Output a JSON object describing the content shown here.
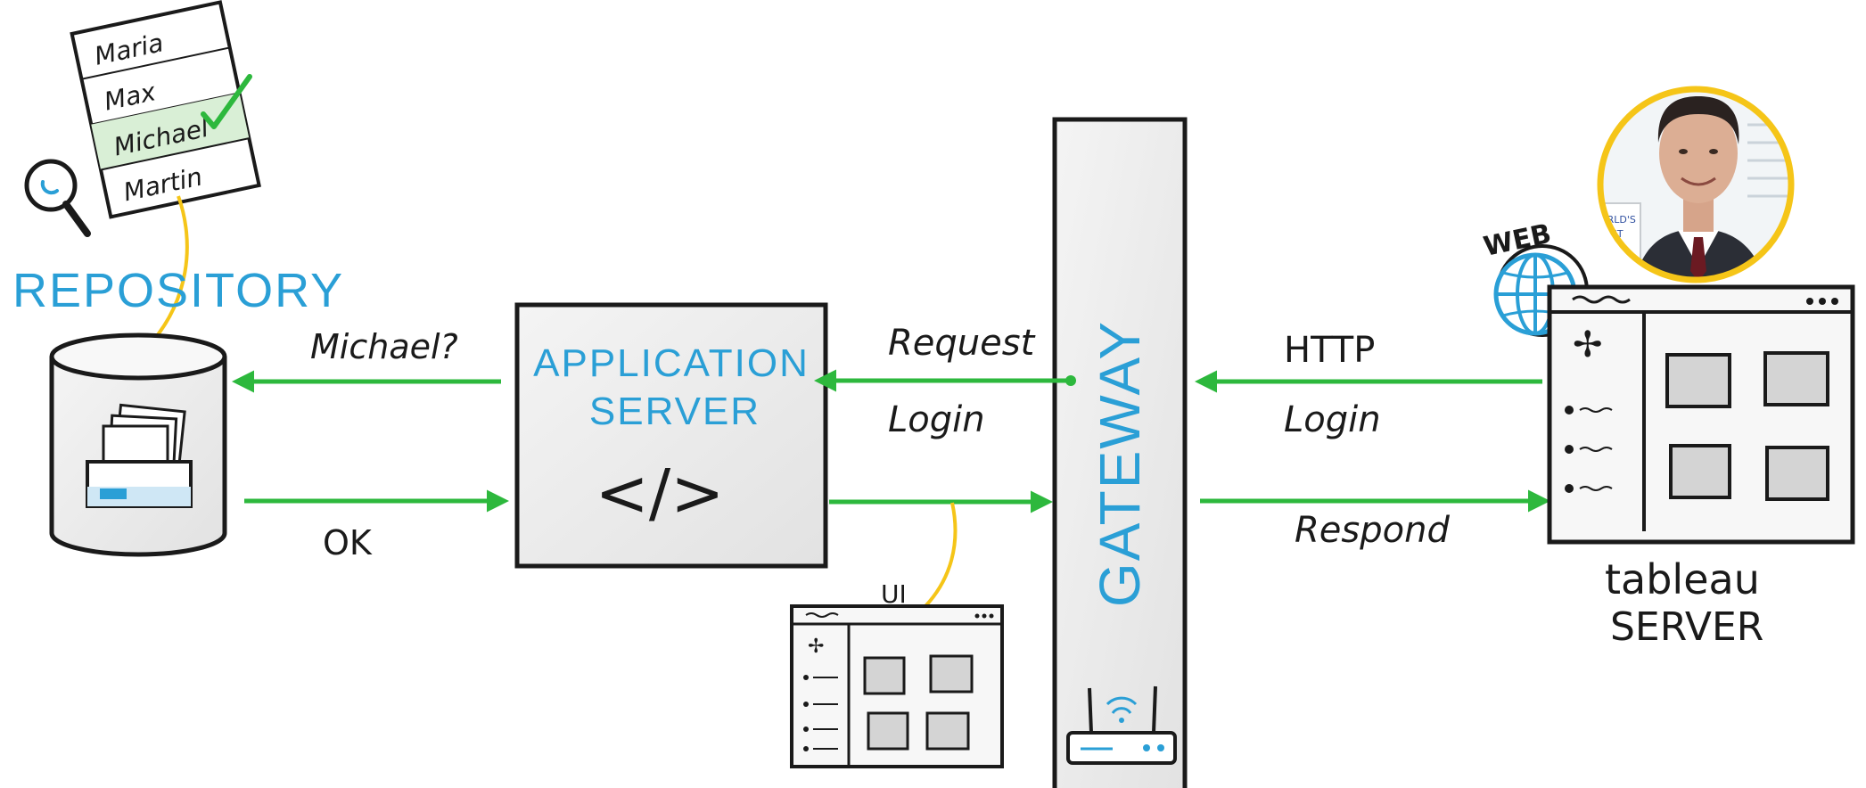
{
  "labels": {
    "repository": "REPOSITORY",
    "application_server_line1": "APPLICATION",
    "application_server_line2": "SERVER",
    "code_symbol": "</>",
    "gateway": "GATEWAY",
    "web": "WEB",
    "tableau_line1": "tableau",
    "tableau_line2": "SERVER",
    "ui": "UI"
  },
  "arrows": {
    "michael_query": "Michael?",
    "ok": "OK",
    "request": "Request",
    "login_left": "Login",
    "http": "HTTP",
    "login_right": "Login",
    "respond": "Respond"
  },
  "name_list": [
    "Maria",
    "Max",
    "Michael",
    "Martin"
  ],
  "photo_text": [
    "ORLD'S",
    "EST",
    "S"
  ],
  "colors": {
    "arrow_green": "#2db83d",
    "label_blue": "#2a9fd6",
    "connector_yellow": "#f5c518",
    "outline": "#1a1a1a"
  }
}
